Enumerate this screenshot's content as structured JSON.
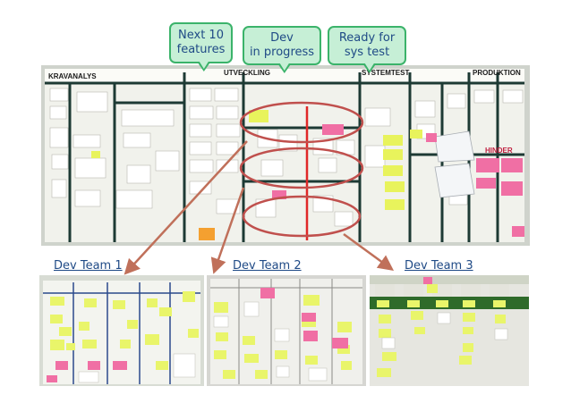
{
  "callouts": {
    "next10": "Next 10\nfeatures",
    "dev": "Dev\nin progress",
    "ready": "Ready for\nsys test"
  },
  "teams": {
    "team1": "Dev Team 1",
    "team2": "Dev Team 2",
    "team3": "Dev Team 3"
  },
  "board_headings": {
    "kravanalys": "KRAVANALYS",
    "utveckling": "UTVECKLING",
    "systemtest": "SYSTEMTEST",
    "produktion": "PRODUKTION",
    "hinder": "HINDER"
  },
  "colors": {
    "callout_fill": "#c6efd6",
    "callout_border": "#3bb36a",
    "label_text": "#1f4a86",
    "arrow": "#c0705a",
    "highlight_ellipse": "#c0504d",
    "sticky_yellow": "#e9f56a",
    "sticky_pink": "#f06fa4"
  }
}
